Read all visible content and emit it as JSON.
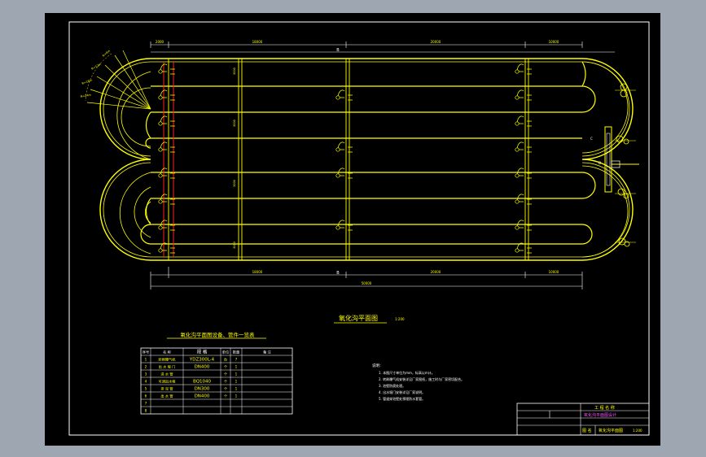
{
  "drawing": {
    "plan_title": "氧化沟平面图",
    "plan_scale": "1:200",
    "dim_top": [
      "2000",
      "18000",
      "20000",
      "10000"
    ],
    "dim_bottom": [
      "18000",
      "20000",
      "10000"
    ],
    "dim_total": "50000",
    "section_mark": "B",
    "left_dims": [
      "3000",
      "3000",
      "3000",
      "3000"
    ]
  },
  "equipment_table": {
    "title": "氧化沟平面图设备、管件一览表",
    "headers": [
      "序号",
      "名  称",
      "规  格",
      "单位",
      "数量",
      "备  注"
    ],
    "rows": [
      [
        "1",
        "转刷曝气机",
        "YDZ300L-4",
        "台",
        "7",
        ""
      ],
      [
        "2",
        "出 水 堰 门",
        "DN400",
        "个",
        "1",
        ""
      ],
      [
        "3",
        "进 水 管",
        "",
        "个",
        "1",
        ""
      ],
      [
        "4",
        "可调出水堰",
        "BQ1040",
        "个",
        "1",
        ""
      ],
      [
        "5",
        "排 泥 管",
        "DN300",
        "个",
        "1",
        ""
      ],
      [
        "6",
        "出 水 管",
        "DN400",
        "个",
        "1",
        ""
      ],
      [
        "7",
        "",
        "",
        "",
        "",
        ""
      ],
      [
        "8",
        "",
        "",
        "",
        "",
        ""
      ]
    ]
  },
  "notes": {
    "heading": "说明：",
    "items": [
      "1. 本图尺寸单位为mm，标高以m计。",
      "2. 转刷曝气机安装详见厂家图纸，施工时与厂家密切配合。",
      "3. 池壁防腐处理。",
      "4. 出水堰门安装详见厂家说明。",
      "5. 管道穿池壁处预埋防水套管。"
    ]
  },
  "title_block": {
    "project": "工 程 名 称",
    "drawing_name": "氧化沟平面图设计",
    "sheet_label": "图 名",
    "sheet_name": "氧化沟平面图",
    "scale": "1:200"
  }
}
